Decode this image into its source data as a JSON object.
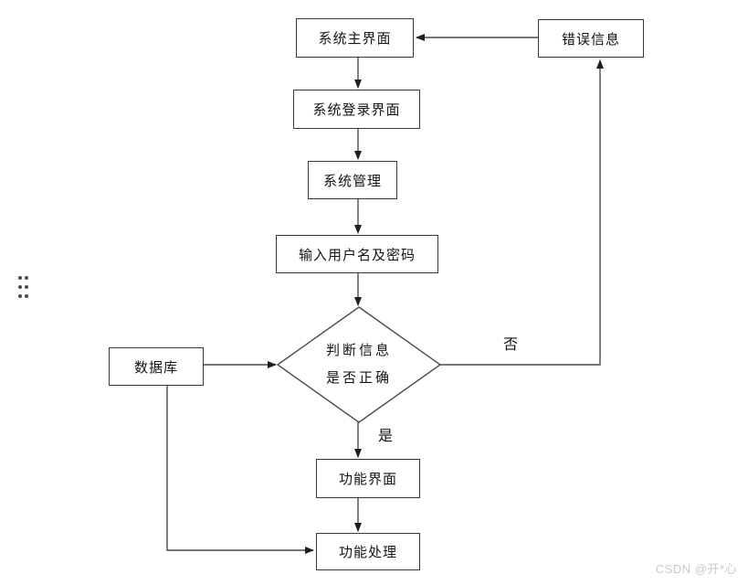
{
  "diagram": {
    "nodes": {
      "main": {
        "label": "系统主界面"
      },
      "error": {
        "label": "错误信息"
      },
      "login": {
        "label": "系统登录界面"
      },
      "manage": {
        "label": "系统管理"
      },
      "input": {
        "label": "输入用户名及密码"
      },
      "decision": {
        "line1": "判断信息",
        "line2": "是否正确"
      },
      "database": {
        "label": "数据库"
      },
      "function_ui": {
        "label": "功能界面"
      },
      "function_process": {
        "label": "功能处理"
      }
    },
    "edge_labels": {
      "yes": "是",
      "no": "否"
    },
    "colors": {
      "background": "#ffffff",
      "line": "#4d4d4d",
      "arrowhead": "#1f1f1f",
      "node_border": "#383838",
      "text": "#141414",
      "watermark": "#c9c9c9"
    }
  },
  "icons": {
    "drag_handle": "six-dots-grid"
  },
  "watermark": {
    "text": "CSDN @开*心"
  }
}
